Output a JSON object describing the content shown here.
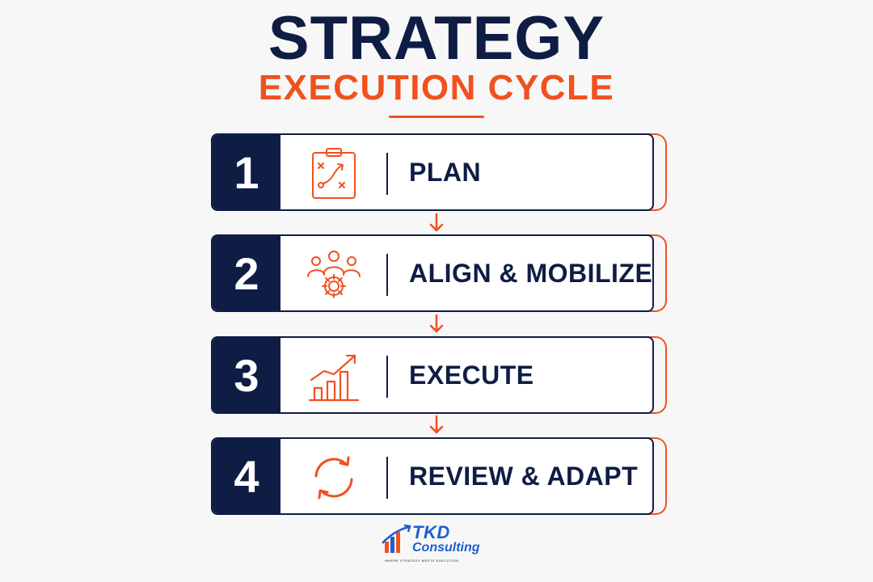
{
  "title": {
    "main": "STRATEGY",
    "sub": "EXECUTION CYCLE"
  },
  "steps": [
    {
      "number": "1",
      "label": "PLAN",
      "icon": "clipboard-strategy-icon"
    },
    {
      "number": "2",
      "label": "ALIGN & MOBILIZE",
      "icon": "team-gear-icon"
    },
    {
      "number": "3",
      "label": "EXECUTE",
      "icon": "growth-chart-icon"
    },
    {
      "number": "4",
      "label": "REVIEW & ADAPT",
      "icon": "refresh-cycle-icon"
    }
  ],
  "logo": {
    "line1": "TKD",
    "line2": "Consulting",
    "tagline": "WHERE STRATEGY MEETS EXECUTION"
  },
  "colors": {
    "navy": "#0f1d45",
    "orange": "#f0511f",
    "logo_blue": "#1d5fd1"
  }
}
